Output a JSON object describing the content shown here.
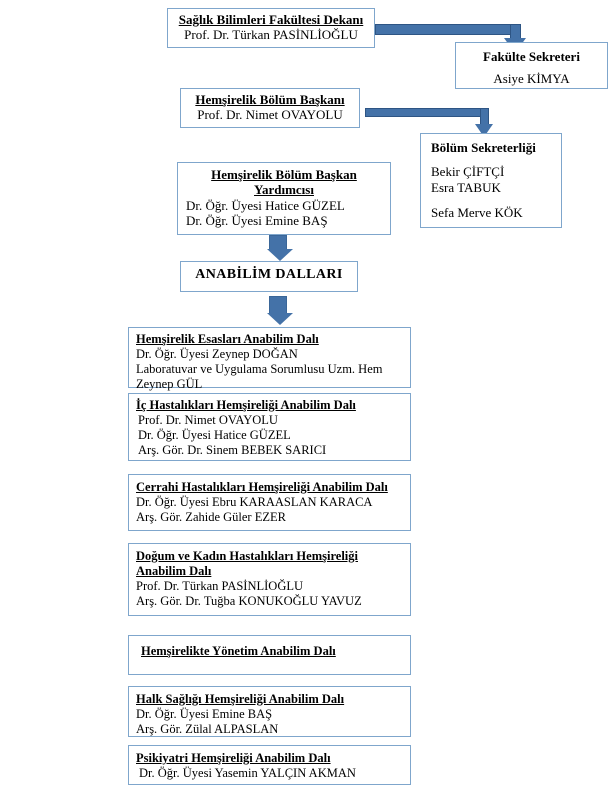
{
  "chart_meta": {
    "type": "organizational-chart",
    "language": "tr",
    "accent_color": "#4472A8",
    "border_color": "#7FA6CC",
    "background_color": "#FFFFFF"
  },
  "nodes": {
    "dean": {
      "title": "Sağlık Bilimleri Fakültesi Dekanı",
      "people": [
        "Prof. Dr. Türkan PASİNLİOĞLU"
      ]
    },
    "faculty_secretary": {
      "title": "Fakülte Sekreteri",
      "people": [
        "Asiye KİMYA"
      ]
    },
    "department_head": {
      "title": "Hemşirelik Bölüm Başkanı",
      "people": [
        "Prof. Dr. Nimet OVAYOLU"
      ]
    },
    "department_secretariat": {
      "title": "Bölüm Sekreterliği",
      "people": [
        "Bekir ÇİFTÇİ",
        "Esra TABUK",
        "Sefa Merve KÖK"
      ]
    },
    "deputy_head": {
      "title_line1": "Hemşirelik Bölüm Başkan",
      "title_line2": "Yardımcısı",
      "people": [
        "Dr. Öğr. Üyesi Hatice GÜZEL",
        "Dr. Öğr. Üyesi Emine BAŞ"
      ]
    },
    "divisions_header": {
      "title": "ANABİLİM DALLARI"
    }
  },
  "divisions": [
    {
      "title": "Hemşirelik Esasları Anabilim Dalı",
      "title_lines": [
        "Hemşirelik Esasları Anabilim Dalı"
      ],
      "people": [
        "Dr. Öğr. Üyesi Zeynep DOĞAN",
        "Laboratuvar ve Uygulama Sorumlusu Uzm. Hem",
        "Zeynep GÜL"
      ]
    },
    {
      "title": "İç Hastalıkları Hemşireliği Anabilim Dalı",
      "title_lines": [
        "İç Hastalıkları Hemşireliği Anabilim Dalı"
      ],
      "people": [
        "Prof. Dr. Nimet OVAYOLU",
        "Dr. Öğr. Üyesi Hatice GÜZEL",
        "Arş. Gör. Dr. Sinem BEBEK SARICI"
      ]
    },
    {
      "title": "Cerrahi Hastalıkları Hemşireliği Anabilim Dalı",
      "title_lines": [
        "Cerrahi Hastalıkları Hemşireliği Anabilim Dalı"
      ],
      "people": [
        "Dr. Öğr. Üyesi Ebru KARAASLAN KARACA",
        "Arş. Gör. Zahide Güler EZER"
      ]
    },
    {
      "title": "Doğum ve Kadın Hastalıkları Hemşireliği Anabilim Dalı",
      "title_lines": [
        "Doğum ve Kadın Hastalıkları Hemşireliği",
        "Anabilim Dalı"
      ],
      "people": [
        "Prof. Dr. Türkan PASİNLİOĞLU",
        "Arş. Gör. Dr. Tuğba KONUKOĞLU YAVUZ"
      ]
    },
    {
      "title": "Hemşirelikte Yönetim Anabilim Dalı",
      "title_lines": [
        "Hemşirelikte Yönetim Anabilim Dalı"
      ],
      "people": []
    },
    {
      "title": "Halk Sağlığı Hemşireliği Anabilim Dalı",
      "title_lines": [
        "Halk Sağlığı Hemşireliği Anabilim Dalı"
      ],
      "people": [
        "Dr. Öğr. Üyesi Emine BAŞ",
        "Arş. Gör. Zülal ALPASLAN"
      ]
    },
    {
      "title": "Psikiyatri Hemşireliği Anabilim Dalı",
      "title_lines": [
        "Psikiyatri Hemşireliği Anabilim Dalı"
      ],
      "people": [
        "Dr. Öğr. Üyesi Yasemin YALÇIN AKMAN"
      ]
    }
  ],
  "connectors": [
    {
      "name": "dean-to-faculty-secretary",
      "style": "elbow-right-down"
    },
    {
      "name": "department-head-to-secretariat",
      "style": "elbow-right-down"
    },
    {
      "name": "deputy-head-to-divisions",
      "style": "down-arrow"
    },
    {
      "name": "divisions-to-list",
      "style": "down-arrow"
    }
  ]
}
